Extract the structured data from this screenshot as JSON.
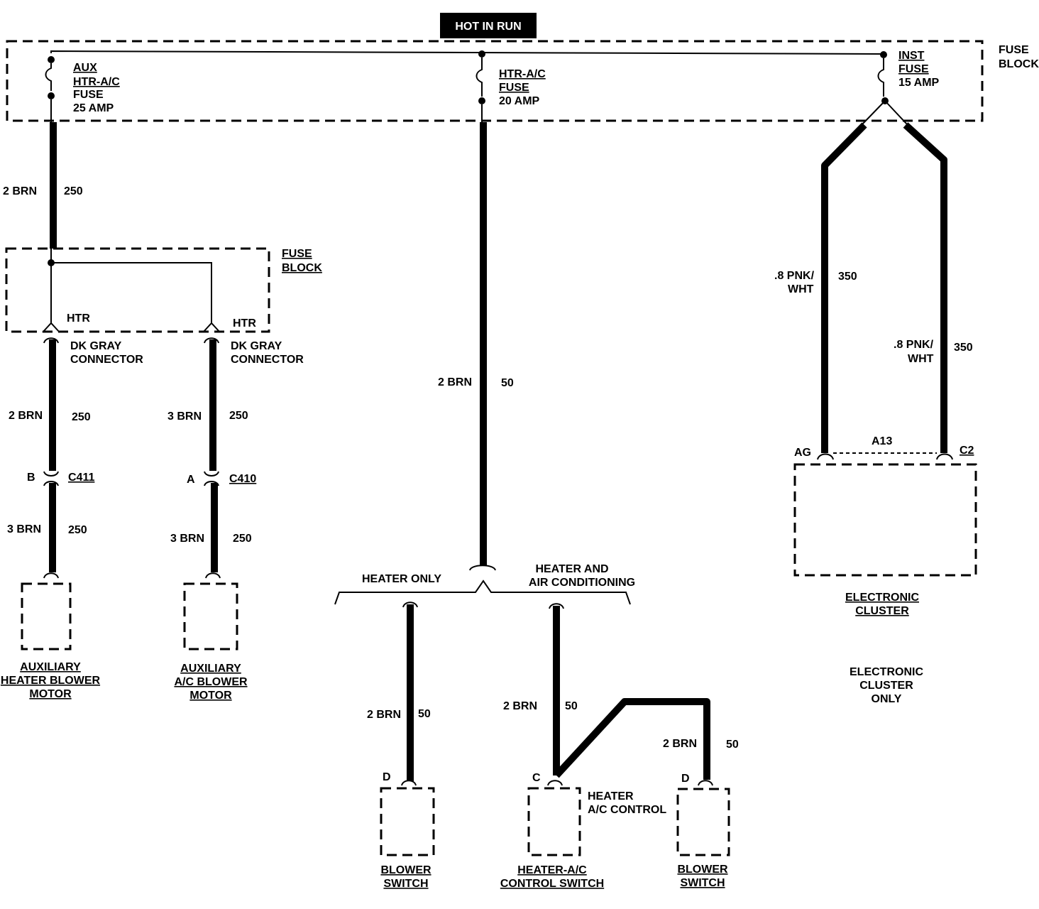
{
  "header": {
    "hot_in_run": "HOT IN RUN"
  },
  "fuse_block_top": {
    "label_line1": "FUSE",
    "label_line2": "BLOCK",
    "fuses": [
      {
        "lines": [
          "AUX",
          "HTR-A/C",
          "FUSE",
          "25 AMP"
        ]
      },
      {
        "lines": [
          "HTR-A/C",
          "FUSE",
          "20 AMP"
        ]
      },
      {
        "lines": [
          "INST",
          "FUSE",
          "15 AMP"
        ]
      }
    ]
  },
  "fuse_block_left": {
    "label_line1": "FUSE",
    "label_line2": "BLOCK",
    "htr1": "HTR",
    "htr2": "HTR"
  },
  "wires": {
    "w_aux_main": {
      "gauge": "2 BRN",
      "circuit": "250"
    },
    "w_heater_motor_upper": {
      "gauge": "2 BRN",
      "circuit": "250"
    },
    "w_heater_motor_lower": {
      "gauge": "3 BRN",
      "circuit": "250"
    },
    "w_ac_motor_upper": {
      "gauge": "3 BRN",
      "circuit": "250"
    },
    "w_ac_motor_lower": {
      "gauge": "3 BRN",
      "circuit": "250"
    },
    "w_center": {
      "gauge": "2 BRN",
      "circuit": "50"
    },
    "w_cluster_left": {
      "gauge_line1": ".8 PNK/",
      "gauge_line2": "WHT",
      "circuit": "350"
    },
    "w_cluster_right": {
      "gauge_line1": ".8 PNK/",
      "gauge_line2": "WHT",
      "circuit": "350"
    },
    "w_blower1": {
      "gauge": "2 BRN",
      "circuit": "50"
    },
    "w_hvac_ctrl": {
      "gauge": "2 BRN",
      "circuit": "50"
    },
    "w_blower2": {
      "gauge": "2 BRN",
      "circuit": "50"
    }
  },
  "connectors": {
    "dk_gray_1": [
      "DK GRAY",
      "CONNECTOR"
    ],
    "dk_gray_2": [
      "DK GRAY",
      "CONNECTOR"
    ],
    "c411_pin": "B",
    "c411": "C411",
    "c410_pin": "A",
    "c410": "C410",
    "cluster_pin_ag": "AG",
    "cluster_pin_c2": "C2",
    "cluster_a13": "A13",
    "blower1_pin": "D",
    "hvac_pin": "C",
    "blower2_pin": "D"
  },
  "branches": {
    "heater_only": "HEATER ONLY",
    "heater_ac": [
      "HEATER AND",
      "AIR CONDITIONING"
    ]
  },
  "components": {
    "aux_heater_motor": [
      "AUXILIARY",
      "HEATER BLOWER",
      "MOTOR"
    ],
    "aux_ac_motor": [
      "AUXILIARY",
      "A/C BLOWER",
      "MOTOR"
    ],
    "electronic_cluster": [
      "ELECTRONIC",
      "CLUSTER"
    ],
    "cluster_note": [
      "ELECTRONIC",
      "CLUSTER",
      "ONLY"
    ],
    "blower_switch_1": [
      "BLOWER",
      "SWITCH"
    ],
    "hvac_control_switch": [
      "HEATER-A/C",
      "CONTROL SWITCH"
    ],
    "hvac_control_label": [
      "HEATER",
      "A/C CONTROL"
    ],
    "blower_switch_2": [
      "BLOWER",
      "SWITCH"
    ]
  }
}
